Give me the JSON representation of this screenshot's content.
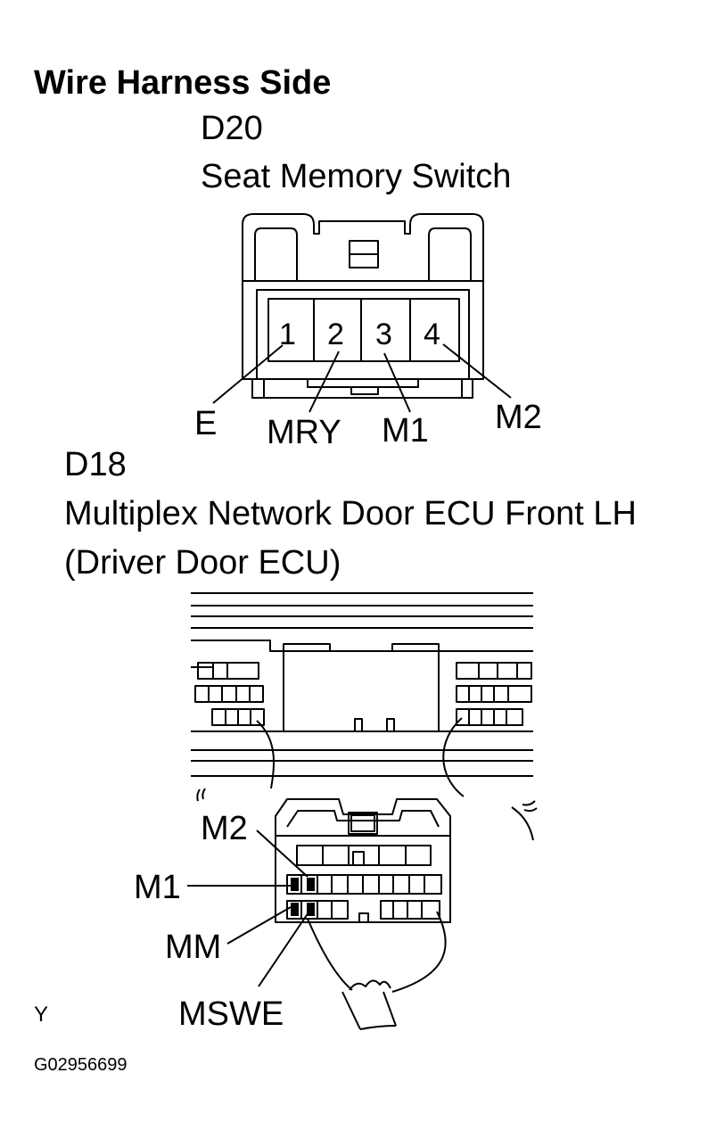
{
  "header": {
    "title": "Wire Harness Side"
  },
  "connector_d20": {
    "code": "D20",
    "name": "Seat Memory Switch",
    "pins": [
      "1",
      "2",
      "3",
      "4"
    ],
    "labels": [
      "E",
      "MRY",
      "M1",
      "M2"
    ]
  },
  "connector_d18": {
    "code": "D18",
    "name_line1": "Multiplex Network Door ECU Front LH",
    "name_line2": "(Driver Door ECU)",
    "labels": [
      "M2",
      "M1",
      "MM",
      "MSWE"
    ]
  },
  "footer": {
    "wire_color": "Y",
    "figure_id": "G02956699"
  }
}
